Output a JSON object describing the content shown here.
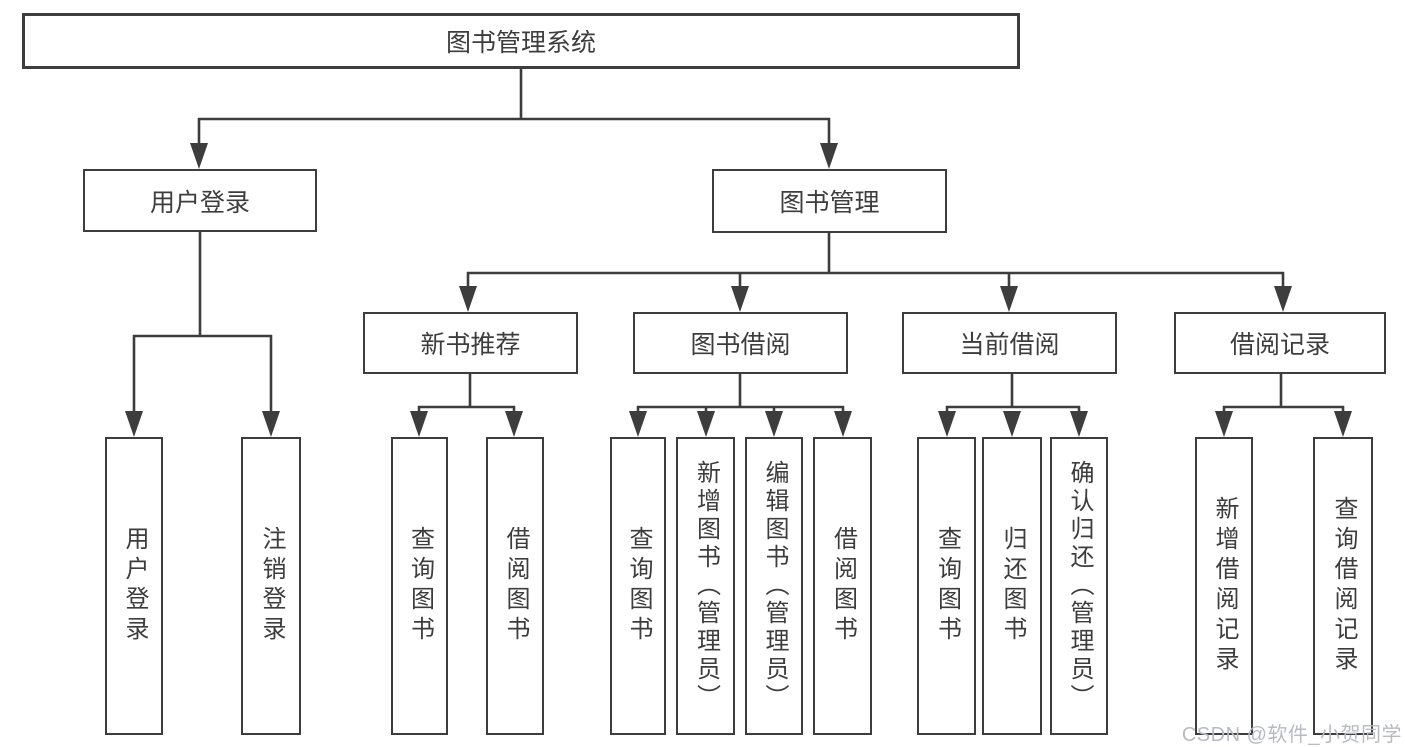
{
  "colors": {
    "line": "#3d3d3d",
    "text": "#3d3d3d",
    "background": "#ffffff",
    "watermark": "#b7bbc1"
  },
  "watermark": "CSDN @软件_小贺同学",
  "tree": {
    "root": {
      "label": "图书管理系统",
      "children": [
        {
          "label": "用户登录",
          "children": [
            {
              "label": "用户登录"
            },
            {
              "label": "注销登录"
            }
          ]
        },
        {
          "label": "图书管理",
          "children": [
            {
              "label": "新书推荐",
              "children": [
                {
                  "label": "查询图书"
                },
                {
                  "label": "借阅图书"
                }
              ]
            },
            {
              "label": "图书借阅",
              "children": [
                {
                  "label": "查询图书"
                },
                {
                  "label": "新增图书（管理员）"
                },
                {
                  "label": "编辑图书（管理员）"
                },
                {
                  "label": "借阅图书"
                }
              ]
            },
            {
              "label": "当前借阅",
              "children": [
                {
                  "label": "查询图书"
                },
                {
                  "label": "归还图书"
                },
                {
                  "label": "确认归还（管理员）"
                }
              ]
            },
            {
              "label": "借阅记录",
              "children": [
                {
                  "label": "新增借阅记录"
                },
                {
                  "label": "查询借阅记录"
                }
              ]
            }
          ]
        }
      ]
    }
  }
}
